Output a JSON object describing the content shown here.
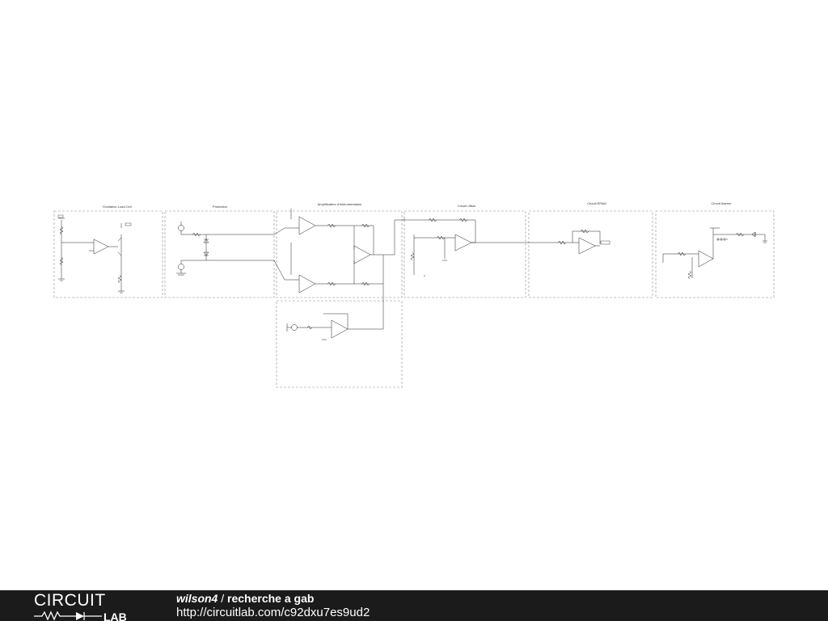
{
  "sections": [
    {
      "title": "Excitation Load Cell"
    },
    {
      "title": "Protection"
    },
    {
      "title": "Amplificateur d'instrumentation"
    },
    {
      "title": "Circuit offset"
    },
    {
      "title": "Circuit EPAM"
    },
    {
      "title": "Circuit Alarme"
    }
  ],
  "footer": {
    "logo_top": "CIRCUIT",
    "logo_bottom": "LAB",
    "user": "wilson4",
    "separator": " / ",
    "project": "recherche a gab",
    "url": "http://circuitlab.com/c92dxu7es9ud2"
  },
  "colors": {
    "footer_bg": "#1b1b1b",
    "footer_text": "#ffffff",
    "box_stroke": "#8a8a8a",
    "wire": "#222222"
  }
}
